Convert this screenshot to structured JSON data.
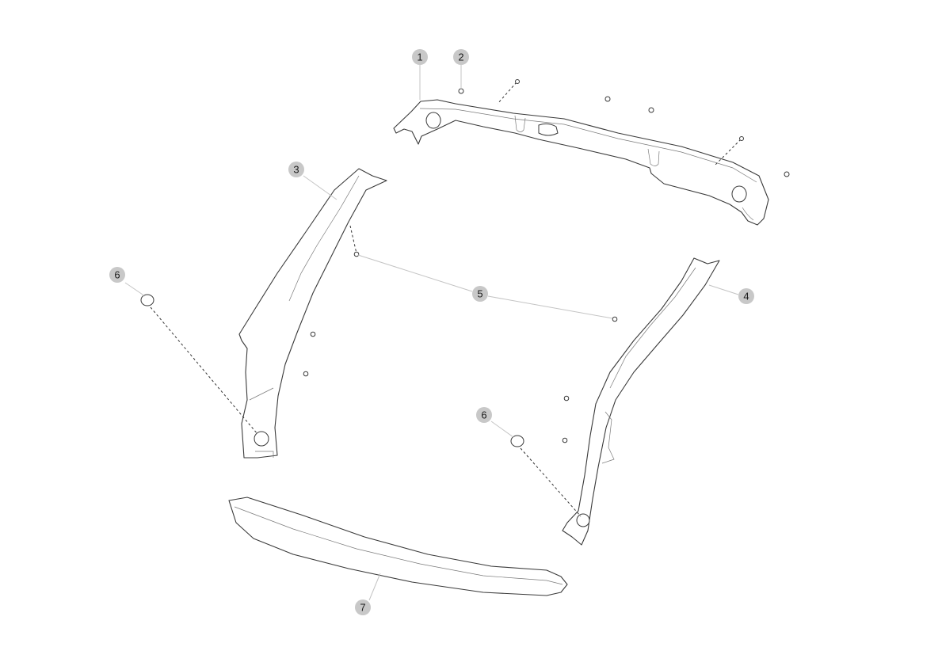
{
  "callouts": [
    {
      "id": "1",
      "part": "upper-trim-rail"
    },
    {
      "id": "2",
      "part": "clip"
    },
    {
      "id": "3",
      "part": "left-pillar-trim"
    },
    {
      "id": "4",
      "part": "right-pillar-trim"
    },
    {
      "id": "5",
      "part": "clip"
    },
    {
      "id": "6",
      "part": "cap-plug"
    },
    {
      "id": "6",
      "part": "cap-plug"
    },
    {
      "id": "7",
      "part": "lower-trim-rail"
    }
  ],
  "colors": {
    "badge": "#c8c8c8",
    "outline": "#3a3a3a",
    "leader": "#c4c4c4",
    "background": "#ffffff"
  }
}
